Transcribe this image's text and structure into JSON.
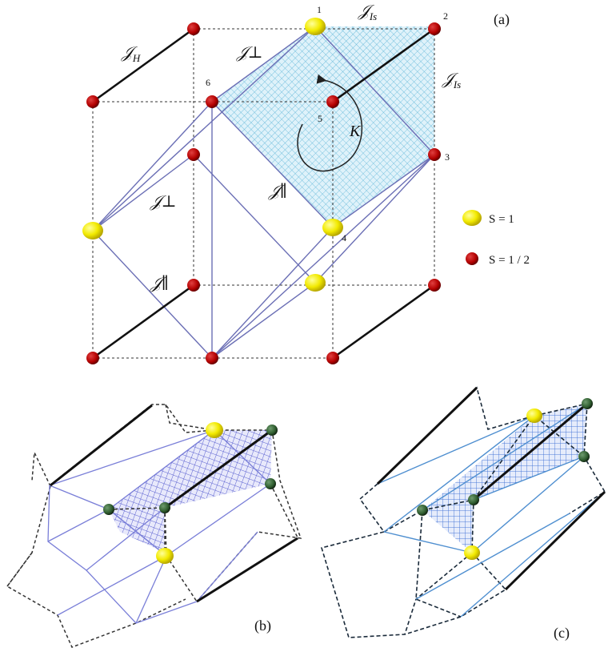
{
  "panel_labels": {
    "a": "(a)",
    "b": "(b)",
    "c": "(c)"
  },
  "couplings": {
    "jh_main": "𝒥",
    "jh_sub": "H",
    "jperp_top": "𝒥⊥",
    "jis_top_main": "𝒥",
    "jis_top_sub": "Is",
    "jis_right_main": "𝒥",
    "jis_right_sub": "Is",
    "jpar_mid": "𝒥∥",
    "jperp_left": "𝒥⊥",
    "jpar_left": "𝒥∥",
    "k": "K"
  },
  "site_numbers": [
    "1",
    "2",
    "3",
    "4",
    "5",
    "6"
  ],
  "legend": [
    {
      "label": "S = 1",
      "color": "#f2ea00"
    },
    {
      "label": "S = 1 / 2",
      "color": "#b30000"
    }
  ],
  "colors": {
    "spin1": "#f2ea00",
    "spin_half_a": "#b30000",
    "spin_half_bc": "#2f5d2f",
    "plaquette_a": "#a8dcef",
    "plaquette_bc": "#6a6fd6",
    "bond_a": "#6b6fb5",
    "bond_c": "#4f8fd0"
  }
}
